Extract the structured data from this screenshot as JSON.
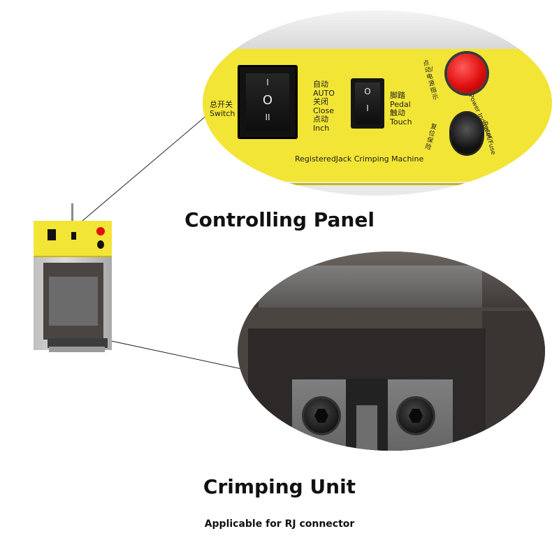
{
  "panel": {
    "master_switch_cn": "总开关",
    "master_switch_en": "Switch",
    "mode_auto_cn": "自动",
    "mode_auto_en": "AUTO",
    "mode_close_cn": "关闭",
    "mode_close_en": "Close",
    "mode_inch_cn": "点动",
    "mode_inch_en": "Inch",
    "pedal_cn": "脚踏",
    "pedal_en": "Pedal",
    "touch_cn": "触动",
    "touch_en": "Touch",
    "indicator_cn": "点动/电源指示",
    "indicator_en": "Inching/Power Indicator",
    "reset_cn": "复位保险",
    "reset_en": "Reset/Fuse",
    "machine_name": "RegisteredJack Crimping Machine",
    "rocker_big_symbols": [
      "I",
      "O",
      "II"
    ],
    "rocker_small_symbols": [
      "O",
      "I"
    ]
  },
  "headings": {
    "panel_title": "Controlling Panel",
    "crimp_title": "Crimping Unit",
    "crimp_subtitle": "Applicable for RJ connector"
  },
  "colors": {
    "panel_yellow": "#f2e536",
    "indicator_red": "#e00f0f"
  }
}
